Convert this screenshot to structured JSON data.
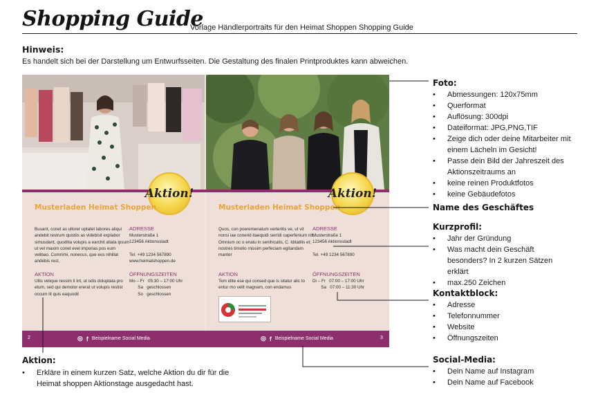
{
  "header": {
    "title": "Shopping Guide",
    "subtitle": "Vorlage Händlerportraits für den Heimat Shoppen Shopping Guide"
  },
  "hint": {
    "title": "Hinweis:",
    "text": "Es handelt sich bei der Darstellung um Entwurfsseiten. Die Gestaltung des finalen Printproduktes kann abweichen."
  },
  "brochure": {
    "badge_text": "Aktion!",
    "left_page": {
      "shop_name": "Musterladen Heimat Shoppen",
      "profile_text": "Busant, conet as ullorer uptatet labores aliqui andebit restrum quistiis as videbisit explabor simusdant, quoditia volupis a earchit atiata ipsum ut vel maxim conet evel imporias pos eum velibao. Comnimi, nonecus, que eos nihillat andebis rest,",
      "aktion_label": "AKTION",
      "aktion_text": "Ullis velique ressim li Int, ut odis doluptata pro etum, sed qui demolor ererat ut volupis restist occum lit quis eaquodit",
      "address_label": "ADRESSE",
      "address_text": "Musterstraße 1\n123456 Aktionsstadt\n\nTel. +49 1234 567890\nwww.heimatshoppen.de",
      "hours_label": "ÖFFNUNGSZEITEN",
      "hours_text": "Mo – Fr   05:30 – 17:00 Uhr\n       Sa   geschlossen\n       So   geschlossen",
      "page_number": "2",
      "social_text": "Beispielname Social Media"
    },
    "right_page": {
      "shop_name": "Musterladen Heimat Shoppen",
      "profile_text": "Quos, con poeremenatum verteritis ve, ut vit nonsi iae conerid itaequidi serridi caperfenium nit. Omnium oc o enatu in senihicatis, C. Iditatilis et; nostres timolio rnissim perfeciam egitandam manter",
      "aktion_label": "AKTION",
      "aktion_text": "Tem idite ese qui consed que is sitatur alic to entur mo velit magnam, con endamus",
      "address_label": "ADRESSE",
      "address_text": "Musterstraße 1\n123456 Aktionsstadt\n\nTel. +49 1234 567890",
      "hours_label": "ÖFFNUNGSZEITEN",
      "hours_text": "Di – Fr   07:00 – 17:00 Uhr\n       Sa   07:00 – 11:30 Uhr",
      "page_number": "3",
      "social_text": "Beispielname Social Media"
    }
  },
  "annotations": {
    "foto": {
      "title": "Foto:",
      "items": [
        "Abmessungen: 120x75mm",
        "Querformat",
        "Auflösung: 300dpi",
        "Dateiformat: JPG,PNG,TIF",
        "Zeige dich oder deine Mitarbeiter mit einem Lächeln im Gesicht!",
        "Passe dein Bild der Jahreszeit des Aktionszeitraums an",
        "keine reinen Produktfotos",
        "keine Gebäudefotos"
      ]
    },
    "name": {
      "title": "Name des Geschäftes"
    },
    "kurzprofil": {
      "title": "Kurzprofil:",
      "items": [
        "Jahr der Gründung",
        "Was macht dein Geschäft besonders? In 2 kurzen Sätzen erklärt",
        "max.250 Zeichen"
      ]
    },
    "kontakt": {
      "title": "Kontaktblock:",
      "items": [
        "Adresse",
        "Telefonnummer",
        "Website",
        "Öffnungszeiten"
      ]
    },
    "social": {
      "title": "Social-Media:",
      "items": [
        "Dein Name auf Instagram",
        "Dein Name auf Facebook"
      ]
    },
    "aktion": {
      "title": "Aktion:",
      "items": [
        "Erkläre in einem kurzen Satz, welche Aktion du dir für die Heimat shoppen Aktionstage ausgedacht hast."
      ]
    }
  }
}
